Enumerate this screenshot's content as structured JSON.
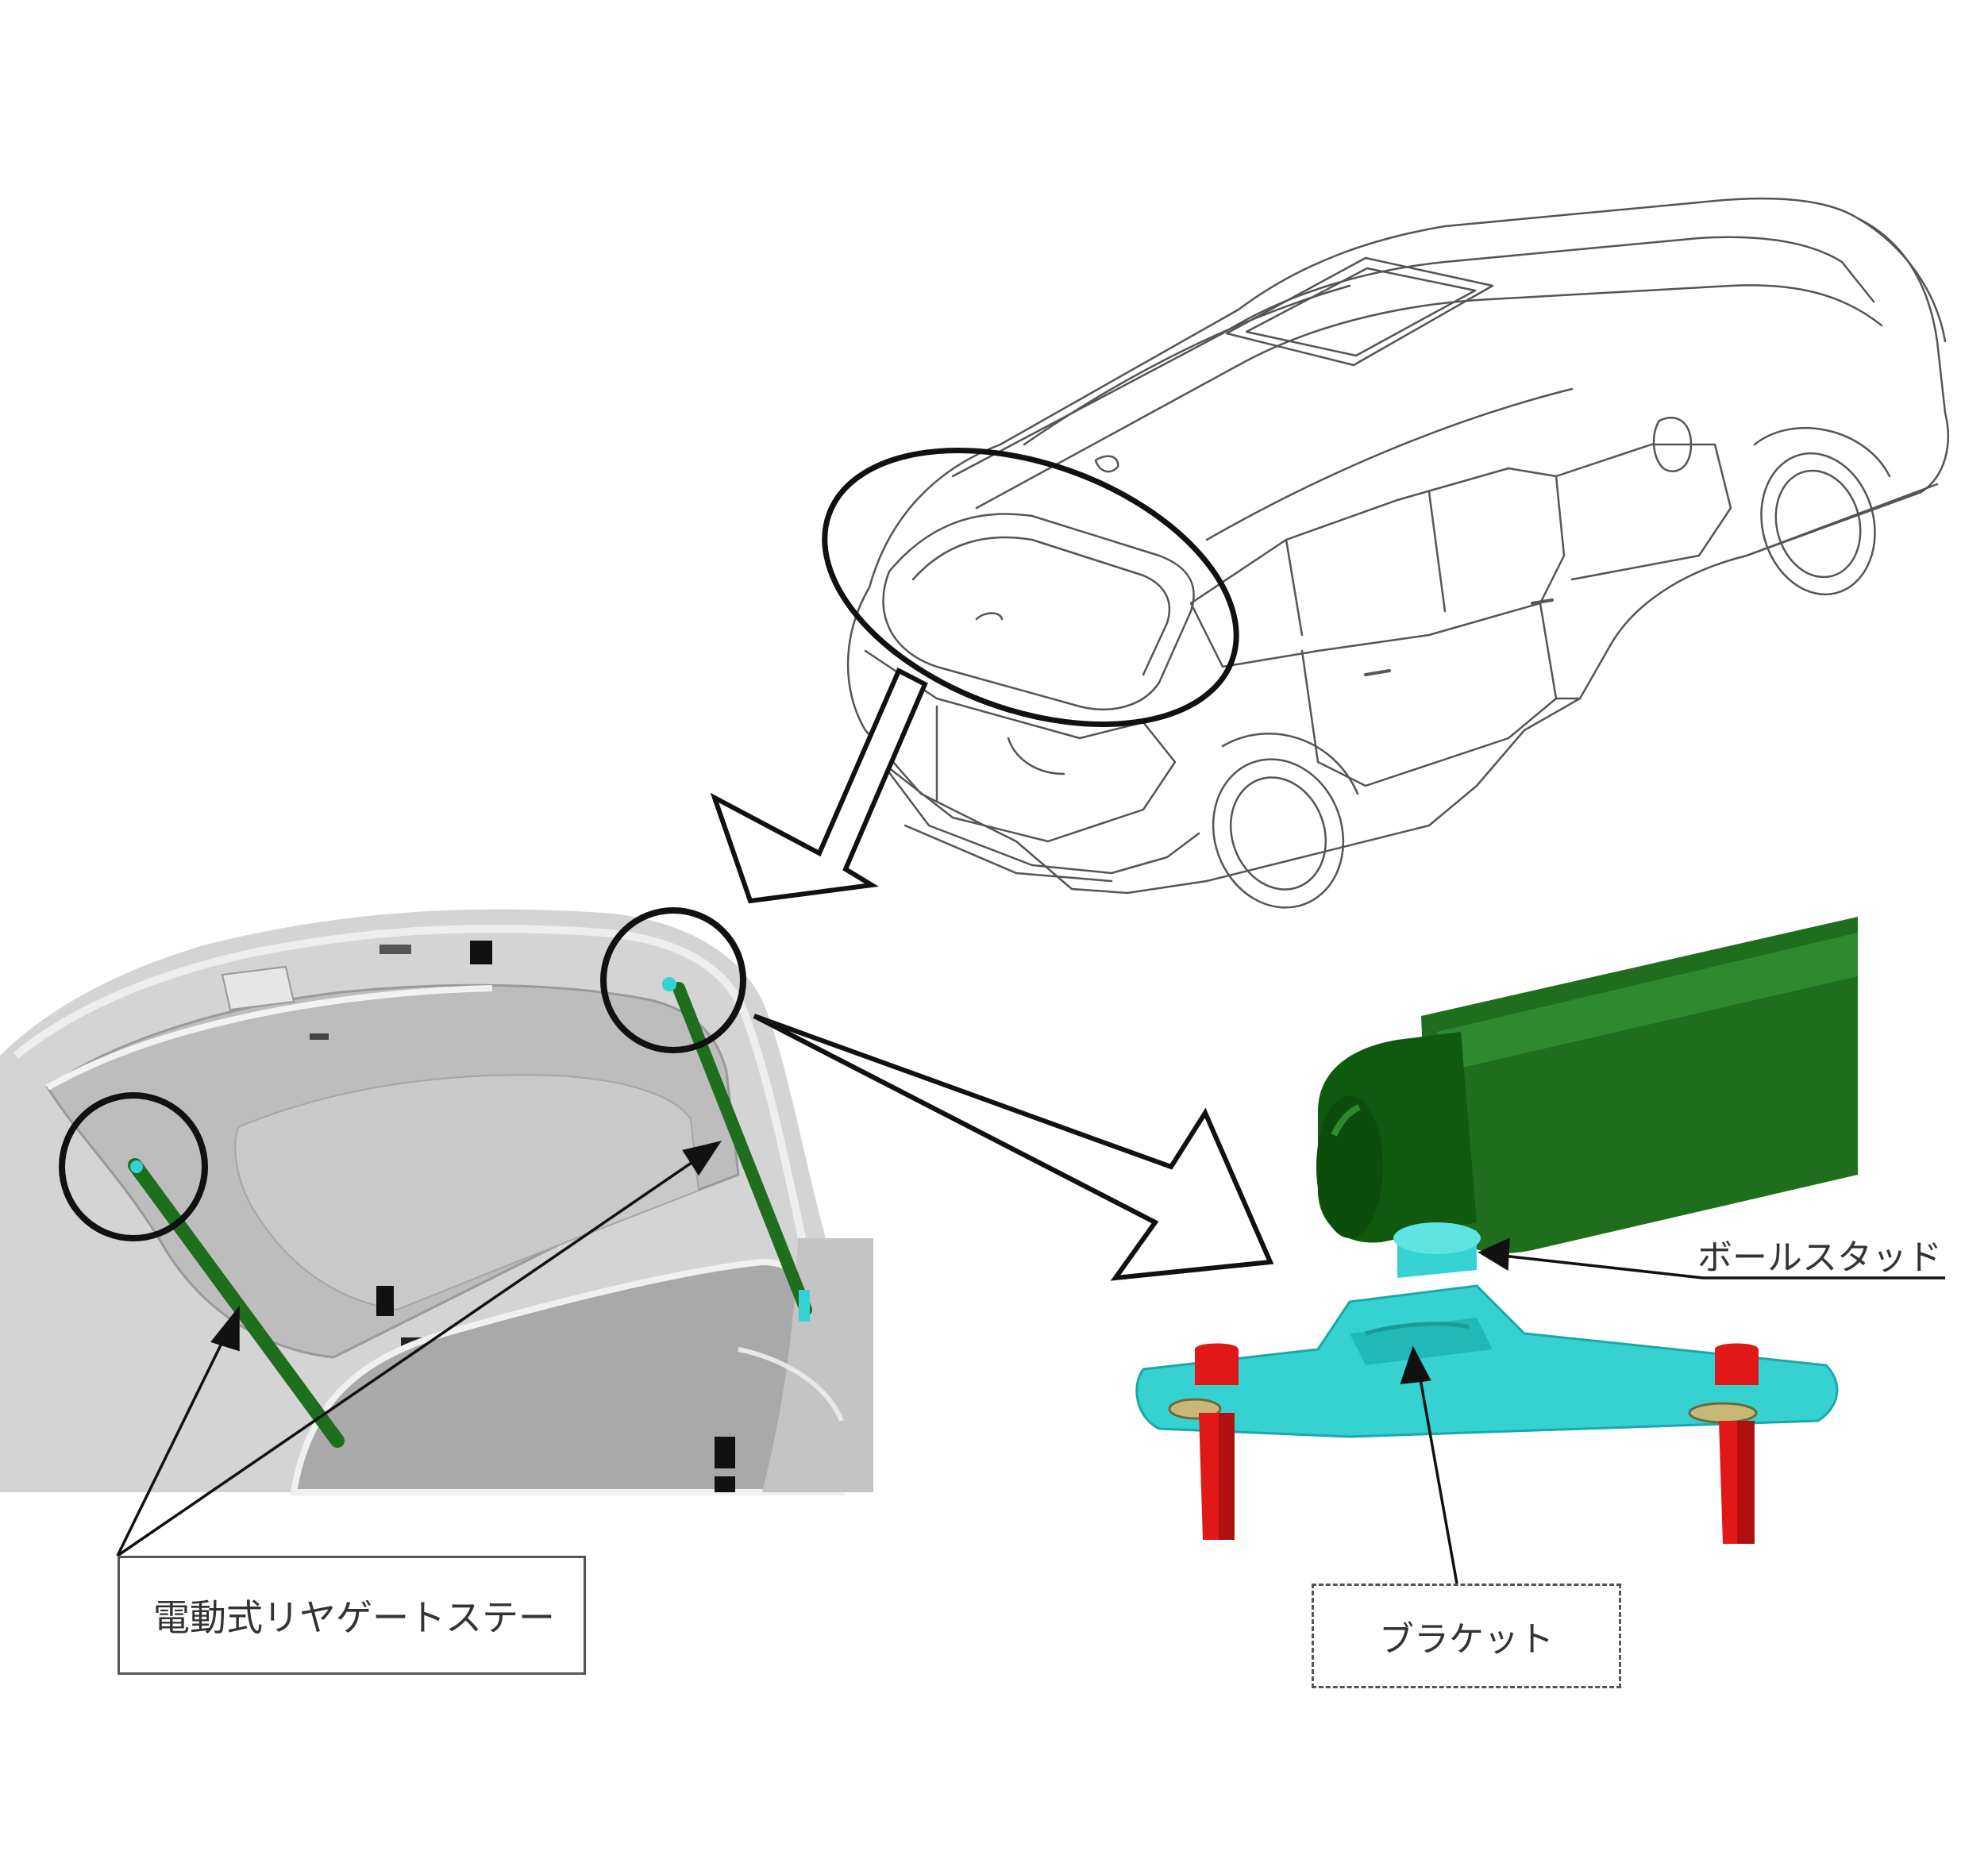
{
  "labels": {
    "stay": "電動式リヤゲートステー",
    "ball_stud": "ボールスタッド",
    "bracket": "ブラケット"
  },
  "colors": {
    "line": "#333333",
    "stay_green": "#1e6e1e",
    "strut_dark_green": "#0f5a0f",
    "bracket_cyan": "#36d2d2",
    "bolt_red": "#e01818",
    "panel_gray": "#c8c8c8"
  }
}
